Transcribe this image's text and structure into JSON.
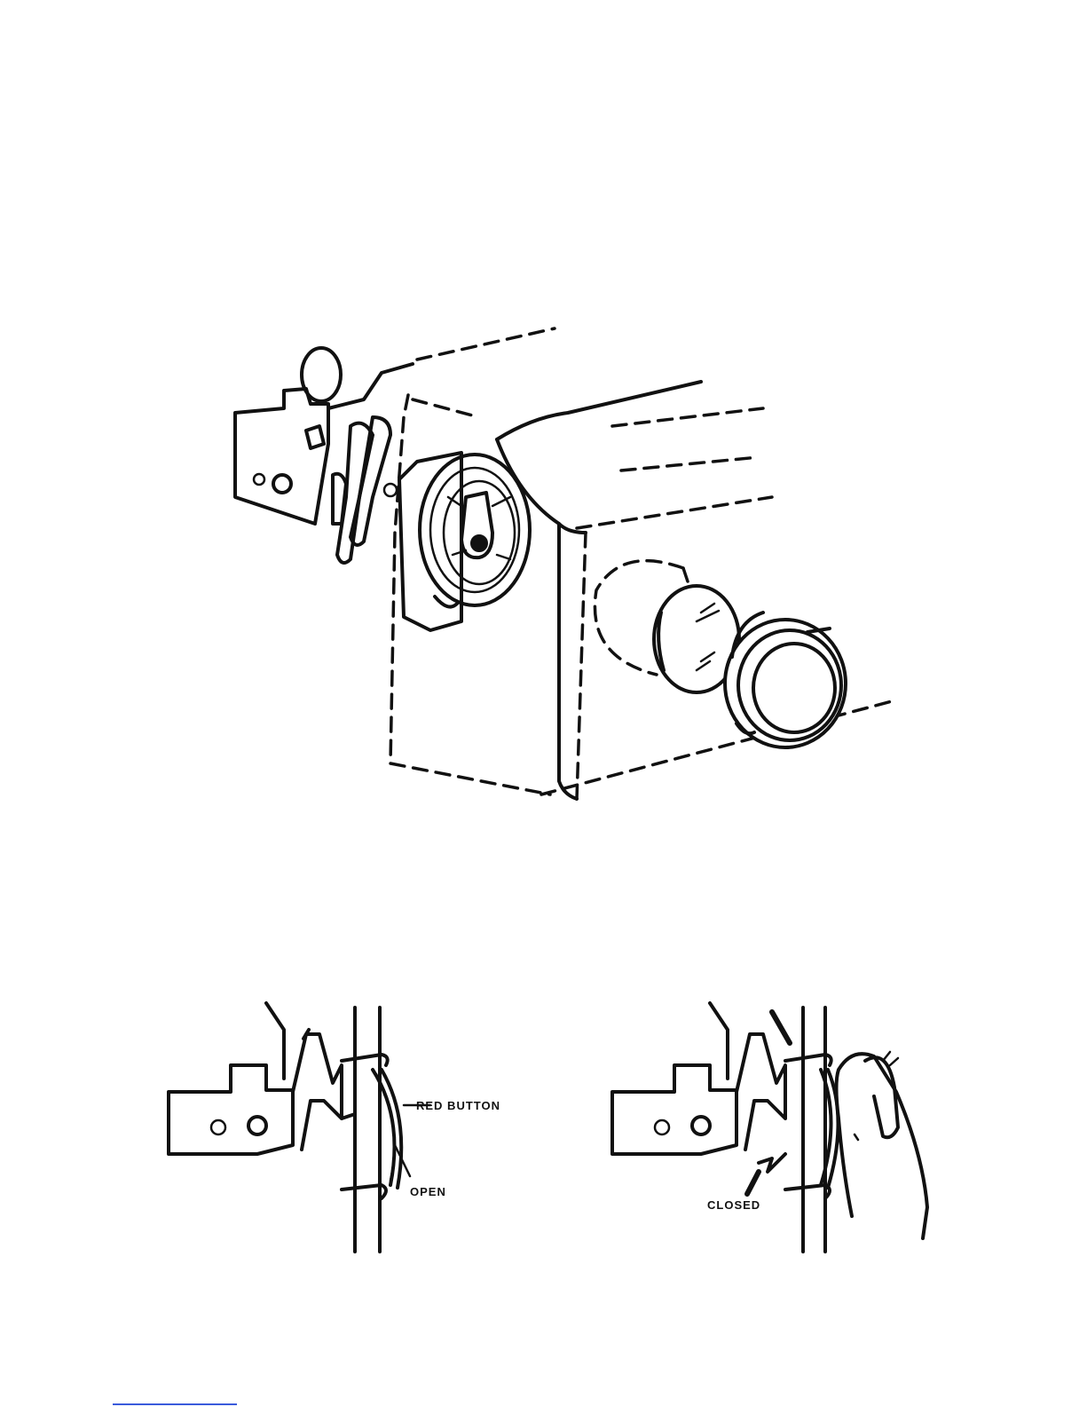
{
  "labels": {
    "red_button": "RED BUTTON",
    "open": "OPEN",
    "closed": "CLOSED"
  },
  "colors": {
    "ink": "#111111",
    "background": "#ffffff",
    "bottom_rule": "#3b5bdb"
  }
}
